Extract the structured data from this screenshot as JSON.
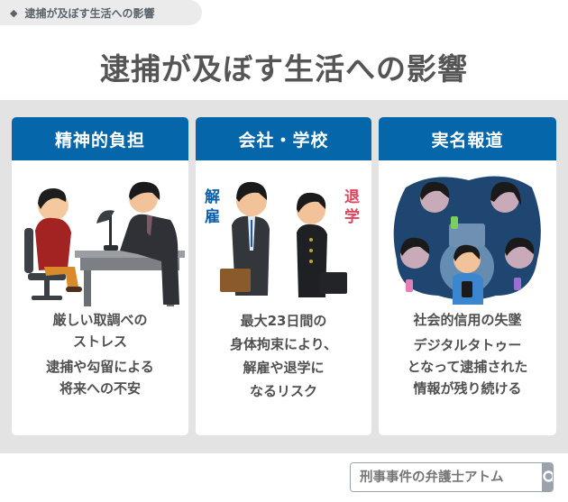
{
  "breadcrumb": {
    "icon": "diamond-icon",
    "glyph": "◆",
    "label": "逮捕が及ぼす生活への影響"
  },
  "title": "逮捕が及ぼす生活への影響",
  "colors": {
    "header_blue": "#0566aa",
    "fire_blue": "#0a5ea8",
    "quit_red": "#e0455a",
    "band_gray": "#e3e3e3"
  },
  "cards": [
    {
      "header": "精神的負担",
      "illustration": "interrogation-illustration",
      "lines": [
        "厳しい取調べの",
        "ストレス",
        "逮捕や勾留による",
        "将来への不安"
      ]
    },
    {
      "header": "会社・学校",
      "illustration": "dismissal-expulsion-illustration",
      "tags": {
        "left": "解雇",
        "right": "退学"
      },
      "lines": [
        "最大23日間の",
        "身体拘束により、",
        "解雇や退学に",
        "なるリスク"
      ]
    },
    {
      "header": "実名報道",
      "illustration": "online-shaming-illustration",
      "lines": [
        "社会的信用の失墜",
        "デジタルタトゥー",
        "となって逮捕された",
        "情報が残り続ける"
      ]
    }
  ],
  "search": {
    "placeholder": "刑事事件の弁護士アトム",
    "button_icon": "search-icon"
  }
}
